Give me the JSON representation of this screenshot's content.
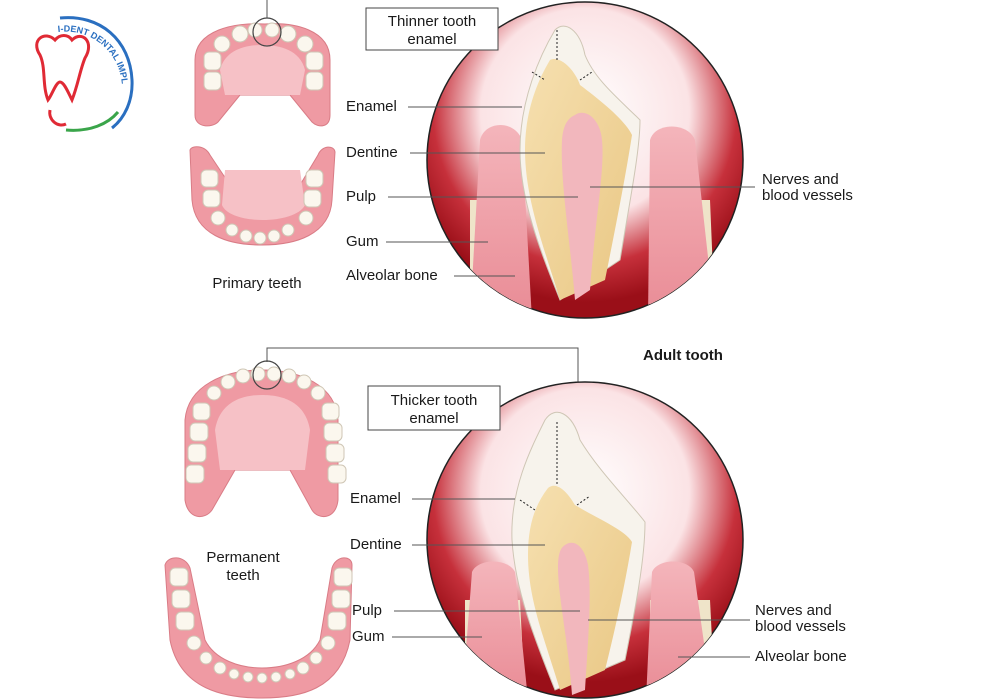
{
  "logo": {
    "text": "I-DENT DENTAL IMPLANT CENTER",
    "colors": {
      "red": "#e02a35",
      "blue": "#2a6fc0",
      "green": "#3aa54a"
    }
  },
  "top": {
    "callout": [
      "Thinner tooth",
      "enamel"
    ],
    "caption": "Primary teeth",
    "labels": {
      "enamel": "Enamel",
      "dentine": "Dentine",
      "pulp": "Pulp",
      "gum": "Gum",
      "alveolar_bone": "Alveolar bone",
      "nerves": [
        "Nerves and",
        "blood vessels"
      ]
    }
  },
  "bottom": {
    "heading": "Adult tooth",
    "callout": [
      "Thicker tooth",
      "enamel"
    ],
    "caption": [
      "Permanent",
      "teeth"
    ],
    "labels": {
      "enamel": "Enamel",
      "dentine": "Dentine",
      "pulp": "Pulp",
      "gum": "Gum",
      "alveolar_bone": "Alveolar bone",
      "nerves": [
        "Nerves and",
        "blood vessels"
      ]
    }
  },
  "colors": {
    "blood": "#a8121c",
    "gum": "#f1a6ae",
    "gum_light": "#f9d3d6",
    "bone": "#efe4c9",
    "enamel": "#f7f3ec",
    "dentine": "#f0d49a",
    "pulp": "#f2b7bd",
    "tooth": "#fbf7ee"
  }
}
